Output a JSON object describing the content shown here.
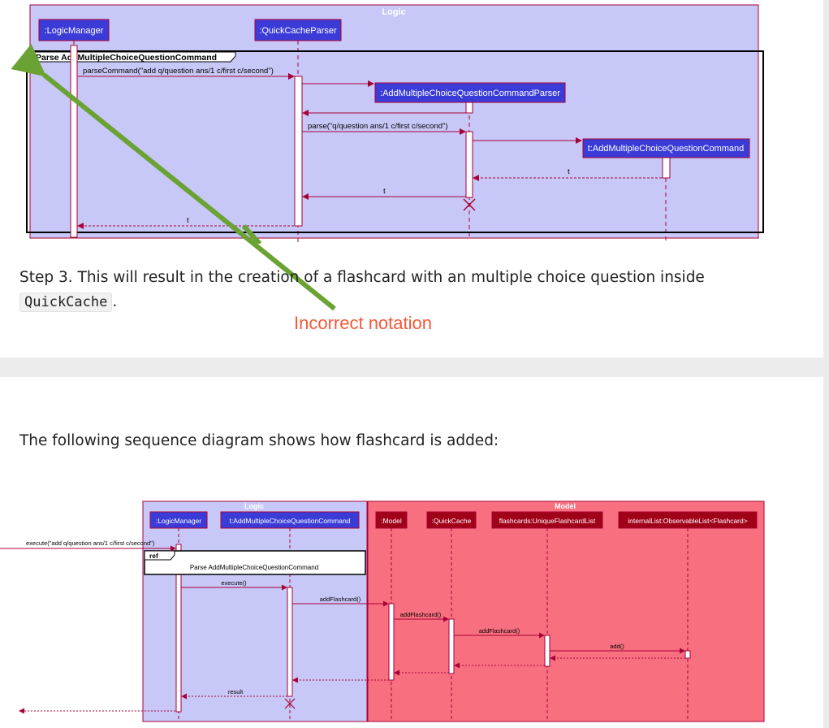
{
  "diagram1": {
    "box_title": "Logic",
    "participants": {
      "logic_manager": ":LogicManager",
      "parser": ":QuickCacheParser",
      "cmd_parser": ":AddMultipleChoiceQuestionCommandParser",
      "command": "t:AddMultipleChoiceQuestionCommand"
    },
    "frame_label": "Parse AddMultipleChoiceQuestionCommand",
    "messages": {
      "parse_command": "parseCommand(\"add q/question ans/1 c/first c/second\")",
      "parse": "parse(\"q/question ans/1 c/first c/second\")",
      "ret_t1": "t",
      "ret_t2": "t",
      "ret_t3": "t"
    }
  },
  "annotation": {
    "text": "Incorrect notation"
  },
  "step3": {
    "text": "Step 3. This will result in the creation of a flashcard with an multiple choice question inside",
    "code": "QuickCache",
    "tail": "."
  },
  "intro": {
    "text": "The following sequence diagram shows how flashcard is added:"
  },
  "diagram2": {
    "logic_title": "Logic",
    "model_title": "Model",
    "participants": {
      "logic_manager": ":LogicManager",
      "command": "t:AddMultipleChoiceQuestionCommand",
      "model": ":Model",
      "quickcache": ":QuickCache",
      "flashcards": "flashcards:UniqueFlashcardList",
      "internal_list": "internalList:ObservableList<Flashcard>"
    },
    "ref_tag": "ref",
    "ref_label": "Parse AddMultipleChoiceQuestionCommand",
    "messages": {
      "execute_in": "execute(\"add q/question ans/1 c/first c/second\")",
      "execute": "execute()",
      "add_flashcard_1": "addFlashcard()",
      "add_flashcard_2": "addFlashcard()",
      "add_flashcard_3": "addFlashcard()",
      "add": "add()",
      "result": "result"
    }
  },
  "colors": {
    "logic_box": "#c8c8f8",
    "model_box": "#f87080",
    "participant": "#3b3bd8",
    "participant_model": "#a00018",
    "arrow": "#a80036",
    "annotation_arrow": "#6aa233",
    "annotation_text": "#f4583a"
  }
}
